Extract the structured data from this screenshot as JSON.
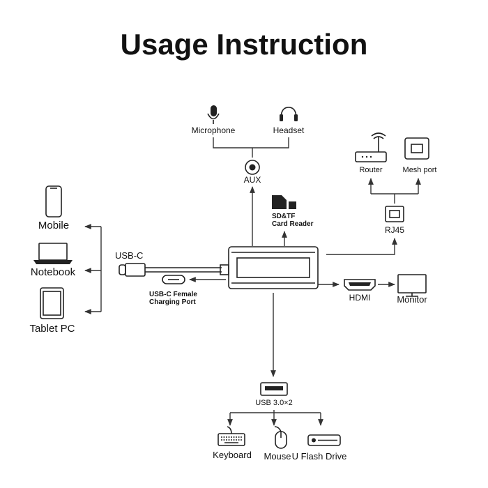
{
  "title": "Usage Instruction",
  "labels": {
    "microphone": "Microphone",
    "headset": "Headset",
    "aux": "AUX",
    "router": "Router",
    "mesh_port": "Mesh port",
    "rj45": "RJ45",
    "sd_tf_line1": "SD&TF",
    "sd_tf_line2": "Card Reader",
    "mobile": "Mobile",
    "notebook": "Notebook",
    "tablet_pc": "Tablet PC",
    "usb_c": "USB-C",
    "usb_c_female_line1": "USB-C Female",
    "usb_c_female_line2": "Charging Port",
    "hdmi": "HDMI",
    "monitor": "Monitor",
    "usb3": "USB 3.0×2",
    "keyboard": "Keyboard",
    "mouse": "Mouse",
    "u_flash_drive": "U Flash Drive"
  },
  "icons": [
    "microphone-icon",
    "headset-icon",
    "aux-jack-icon",
    "router-icon",
    "mesh-port-icon",
    "rj45-port-icon",
    "sd-card-icon",
    "mobile-icon",
    "notebook-icon",
    "tablet-icon",
    "usb-c-plug-icon",
    "usb-c-port-icon",
    "hub-device",
    "hdmi-port-icon",
    "monitor-icon",
    "usb-a-port-icon",
    "keyboard-icon",
    "mouse-icon",
    "flash-drive-icon"
  ]
}
